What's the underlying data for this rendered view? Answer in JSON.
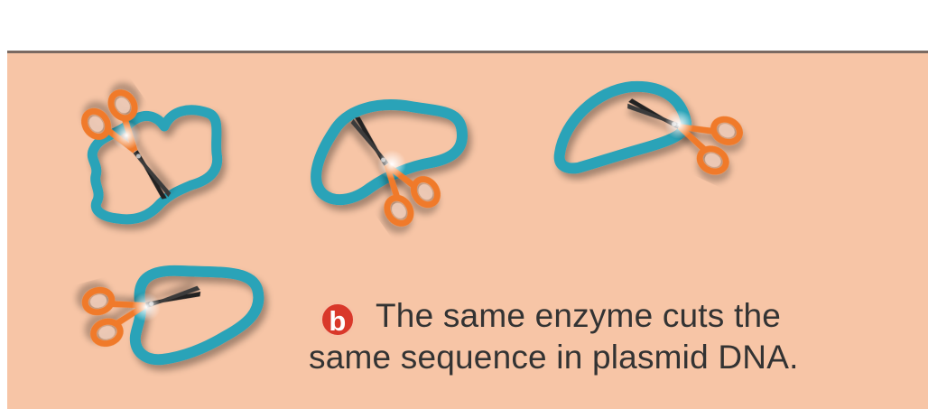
{
  "panel": {
    "background": "#f7c5a6",
    "border": "#7a6a62"
  },
  "dna_color": "#2ba3b8",
  "scissors_color": "#f07a2a",
  "caption": {
    "badge": "b",
    "badge_color": "#d9382a",
    "line1": "The same enzyme cuts the",
    "line2": "same sequence in plasmid DNA."
  }
}
